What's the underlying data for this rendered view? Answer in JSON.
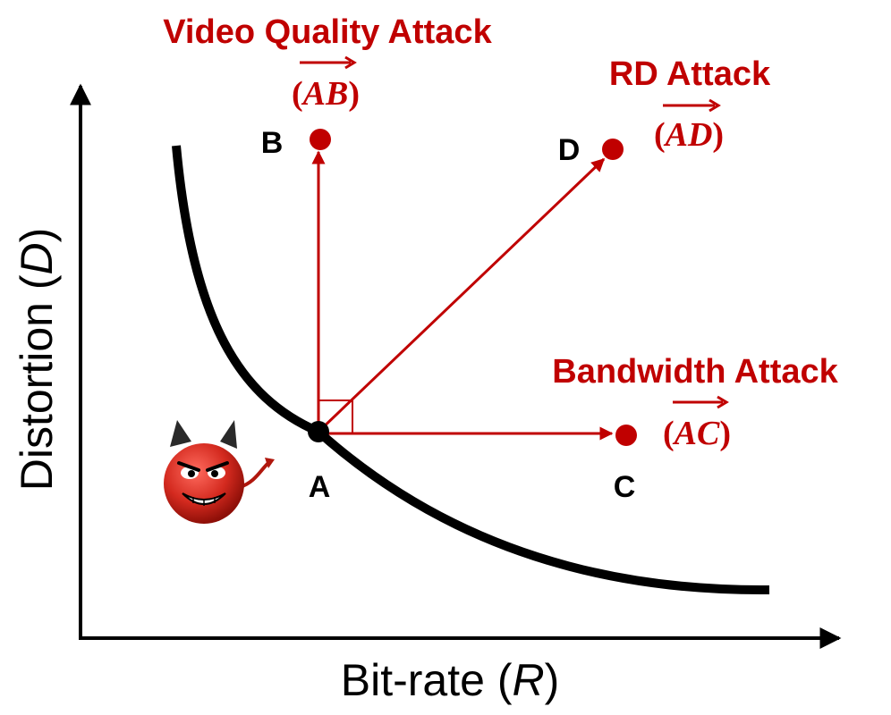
{
  "axes": {
    "x_label_text": "Bit-rate (",
    "x_label_symbol": "R",
    "x_label_close": ")",
    "y_label_text": "Distortion (",
    "y_label_symbol": "D",
    "y_label_close": ")"
  },
  "points": {
    "a": "A",
    "b": "B",
    "c": "C",
    "d": "D"
  },
  "attacks": {
    "video_quality": {
      "title": "Video Quality Attack",
      "vector": "AB"
    },
    "rd": {
      "title": "RD Attack",
      "vector": "AD"
    },
    "bandwidth": {
      "title": "Bandwidth Attack",
      "vector": "AC"
    }
  },
  "icons": {
    "attacker": "devil-face-icon"
  },
  "colors": {
    "attack": "#c00000",
    "curve": "#000000"
  }
}
